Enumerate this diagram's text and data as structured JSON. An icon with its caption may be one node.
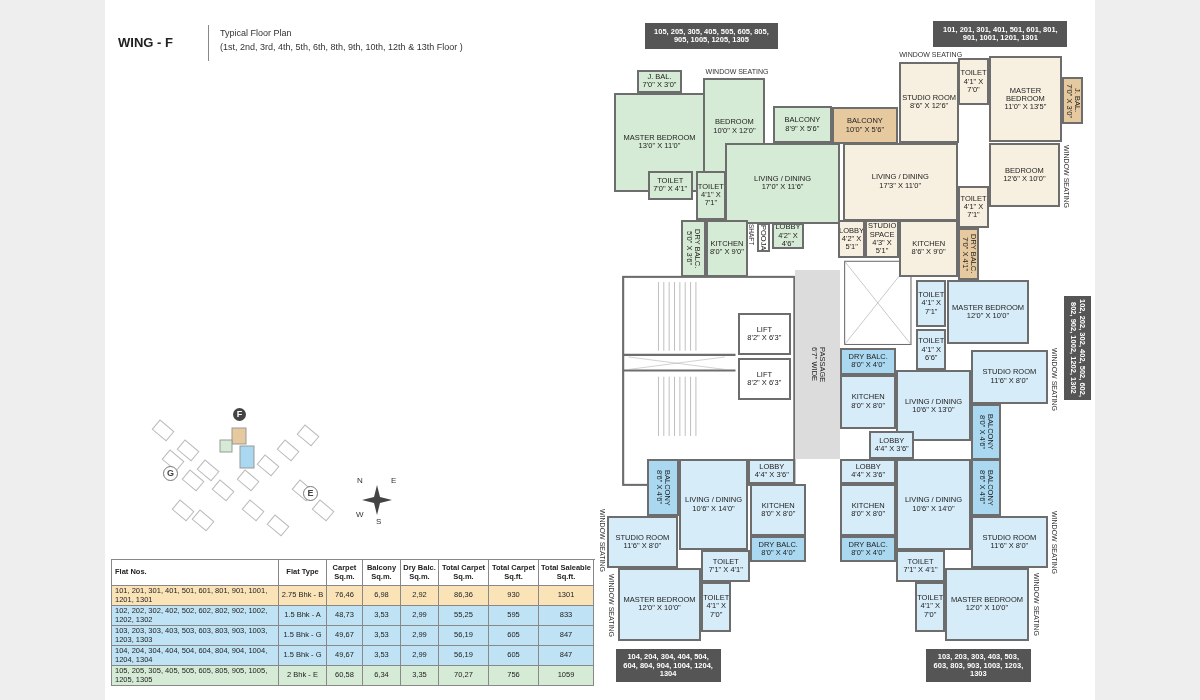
{
  "diagram": {
    "title": "WING - F",
    "nodes": [
      {
        "text": [
          "105, 205, 305, 405, 505, 605, 805, 905, 1005, 1205, 1305"
        ]
      },
      {
        "text": [
          "J. BAL.",
          "7'0\" X 3'0\""
        ]
      },
      {
        "text": [
          "MASTER BEDROOM",
          "13'0\" X 11'0\""
        ]
      },
      {
        "text": [
          "BEDROOM",
          "10'0\" X 12'0\""
        ]
      },
      {
        "text": [
          "BALCONY",
          "8'9\" X 5'6\""
        ]
      },
      {
        "text": [
          "LIVING / DINING",
          "17'0\" X 11'6\""
        ]
      },
      {
        "text": [
          "TOILET",
          "7'0\" X 4'1\""
        ]
      },
      {
        "text": [
          "TOILET",
          "4'1\" X 7'1\""
        ]
      },
      {
        "text": [
          "DRY BALC.",
          "5'0\" X 3'6\""
        ]
      },
      {
        "text": [
          "KITCHEN",
          "8'0\" X 9'0\""
        ]
      },
      {
        "text": [
          "POOJA"
        ]
      },
      {
        "text": [
          "LOBBY",
          "4'2\" X 4'6\""
        ]
      },
      {
        "text": [
          "101, 201, 301, 401, 501, 601, 801, 901, 1001, 1201, 1301"
        ]
      },
      {
        "text": [
          "STUDIO ROOM",
          "8'6\" X 12'6\""
        ]
      },
      {
        "text": [
          "TOILET",
          "4'1\" X 7'0\""
        ]
      },
      {
        "text": [
          "MASTER BEDROOM",
          "11'0\" X 13'5\""
        ]
      },
      {
        "text": [
          "J. BAL.",
          "7'0\" X 3'0\""
        ]
      },
      {
        "text": [
          "BALCONY",
          "10'0\" X 5'6\""
        ]
      },
      {
        "text": [
          "LIVING / DINING",
          "17'3\" X 11'0\""
        ]
      },
      {
        "text": [
          "BEDROOM",
          "12'6\" X 10'0\""
        ]
      },
      {
        "text": [
          "TOILET",
          "4'1\" X 7'1\""
        ]
      },
      {
        "text": [
          "LOBBY",
          "4'2\" X 5'1\""
        ]
      },
      {
        "text": [
          "STUDIO SPACE",
          "4'3\" X 5'1\""
        ]
      },
      {
        "text": [
          "KITCHEN",
          "8'6\" X 9'0\""
        ]
      },
      {
        "text": [
          "DRY BALC.",
          "7'0\" X 4'1\""
        ]
      },
      {
        "text": [
          "LIFT",
          "8'2\" X 6'3\""
        ]
      },
      {
        "text": [
          "LIFT",
          "8'2\" X 6'3\""
        ]
      },
      {
        "text": [
          "PASSAGE",
          "6'7\" WIDE"
        ]
      },
      {
        "text": [
          "102, 202, 302, 402, 502, 602, 802, 902, 1002, 1202, 1302"
        ]
      },
      {
        "text": [
          "TOILET",
          "4'1\" X 7'1\""
        ]
      },
      {
        "text": [
          "MASTER BEDROOM",
          "12'0\" X 10'0\""
        ]
      },
      {
        "text": [
          "TOILET",
          "4'1\" X 6'6\""
        ]
      },
      {
        "text": [
          "DRY BALC.",
          "8'0\" X 4'0\""
        ]
      },
      {
        "text": [
          "STUDIO ROOM",
          "11'6\" X 8'0\""
        ]
      },
      {
        "text": [
          "KITCHEN",
          "8'0\" X 8'0\""
        ]
      },
      {
        "text": [
          "LIVING / DINING",
          "10'6\" X 13'0\""
        ]
      },
      {
        "text": [
          "BALCONY",
          "8'0\" X 4'6\""
        ]
      },
      {
        "text": [
          "LOBBY",
          "4'4\" X 3'6\""
        ]
      },
      {
        "text": [
          "LOBBY",
          "4'4\" X 3'6\""
        ]
      },
      {
        "text": [
          "BALCONY",
          "8'6\" X 4'6\""
        ]
      },
      {
        "text": [
          "LIVING / DINING",
          "10'6\" X 14'0\""
        ]
      },
      {
        "text": [
          "KITCHEN",
          "8'0\" X 8'0\""
        ]
      },
      {
        "text": [
          "STUDIO ROOM",
          "11'6\" X 8'0\""
        ]
      },
      {
        "text": [
          "DRY BALC.",
          "8'0\" X 4'0\""
        ]
      },
      {
        "text": [
          "TOILET",
          "7'1\" X 4'1\""
        ]
      },
      {
        "text": [
          "MASTER BEDROOM",
          "12'0\" X 10'0\""
        ]
      },
      {
        "text": [
          "TOILET",
          "4'1\" X 7'0\""
        ]
      },
      {
        "text": [
          "104, 204, 304, 404, 504, 604, 804, 904, 1004, 1204, 1304"
        ]
      },
      {
        "text": [
          "LOBBY",
          "4'4\" X 3'6\""
        ]
      },
      {
        "text": [
          "BALCONY",
          "8'6\" X 4'6\""
        ]
      },
      {
        "text": [
          "LIVING / DINING",
          "10'6\" X 14'0\""
        ]
      },
      {
        "text": [
          "KITCHEN",
          "8'0\" X 8'0\""
        ]
      },
      {
        "text": [
          "STUDIO ROOM",
          "11'6\" X 8'0\""
        ]
      },
      {
        "text": [
          "DRY BALC.",
          "8'0\" X 4'0\""
        ]
      },
      {
        "text": [
          "TOILET",
          "7'1\" X 4'1\""
        ]
      },
      {
        "text": [
          "MASTER BEDROOM",
          "12'0\" X 10'0\""
        ]
      },
      {
        "text": [
          "TOILET",
          "4'1\" X 7'0\""
        ]
      },
      {
        "text": [
          "103, 203, 303, 403, 503, 603, 803, 903, 1003, 1203, 1303"
        ]
      }
    ],
    "labels": [
      "Typical Floor Plan",
      "(1st, 2nd, 3rd, 4th, 5th, 6th, 8th, 9th, 10th, 12th & 13th Floor )",
      "SHAFT",
      "WINDOW SEATING",
      "WINDOW SEATING",
      "WINDOW SEATING",
      "WINDOW SEATING",
      "WINDOW SEATING",
      "WINDOW SEATING",
      "WINDOW SEATING",
      "WINDOW SEATING",
      "F",
      "G",
      "E",
      "N",
      "E",
      "W",
      "S",
      "Flat Nos.",
      "Flat Type",
      "Carpet Sq.m.",
      "Balcony Sq.m.",
      "Dry Balc. Sq.m.",
      "Total Carpet Sq.m.",
      "Total Carpet Sq.ft.",
      "Total Saleable Sq.ft.",
      "101, 201, 301, 401, 501, 601, 801, 901, 1001, 1201, 1301",
      "2.75 Bhk - B",
      "76,46",
      "6,98",
      "2,92",
      "86,36",
      "930",
      "1301",
      "102, 202, 302, 402, 502, 602, 802, 902, 1002, 1202, 1302",
      "1.5 Bhk - A",
      "48,73",
      "3,53",
      "2,99",
      "55,25",
      "595",
      "833",
      "103, 203, 303, 403, 503, 603, 803, 903, 1003, 1203, 1303",
      "1.5 Bhk - G",
      "49,67",
      "3,53",
      "2,99",
      "56,19",
      "605",
      "847",
      "104, 204, 304, 404, 504, 604, 804, 904, 1004, 1204, 1304",
      "1.5 Bhk - G",
      "49,67",
      "3,53",
      "2,99",
      "56,19",
      "605",
      "847",
      "105, 205, 305, 405, 505, 605, 805, 905, 1005, 1205, 1305",
      "2 Bhk - E",
      "60,58",
      "6,34",
      "3,35",
      "70,27",
      "756",
      "1059"
    ]
  }
}
